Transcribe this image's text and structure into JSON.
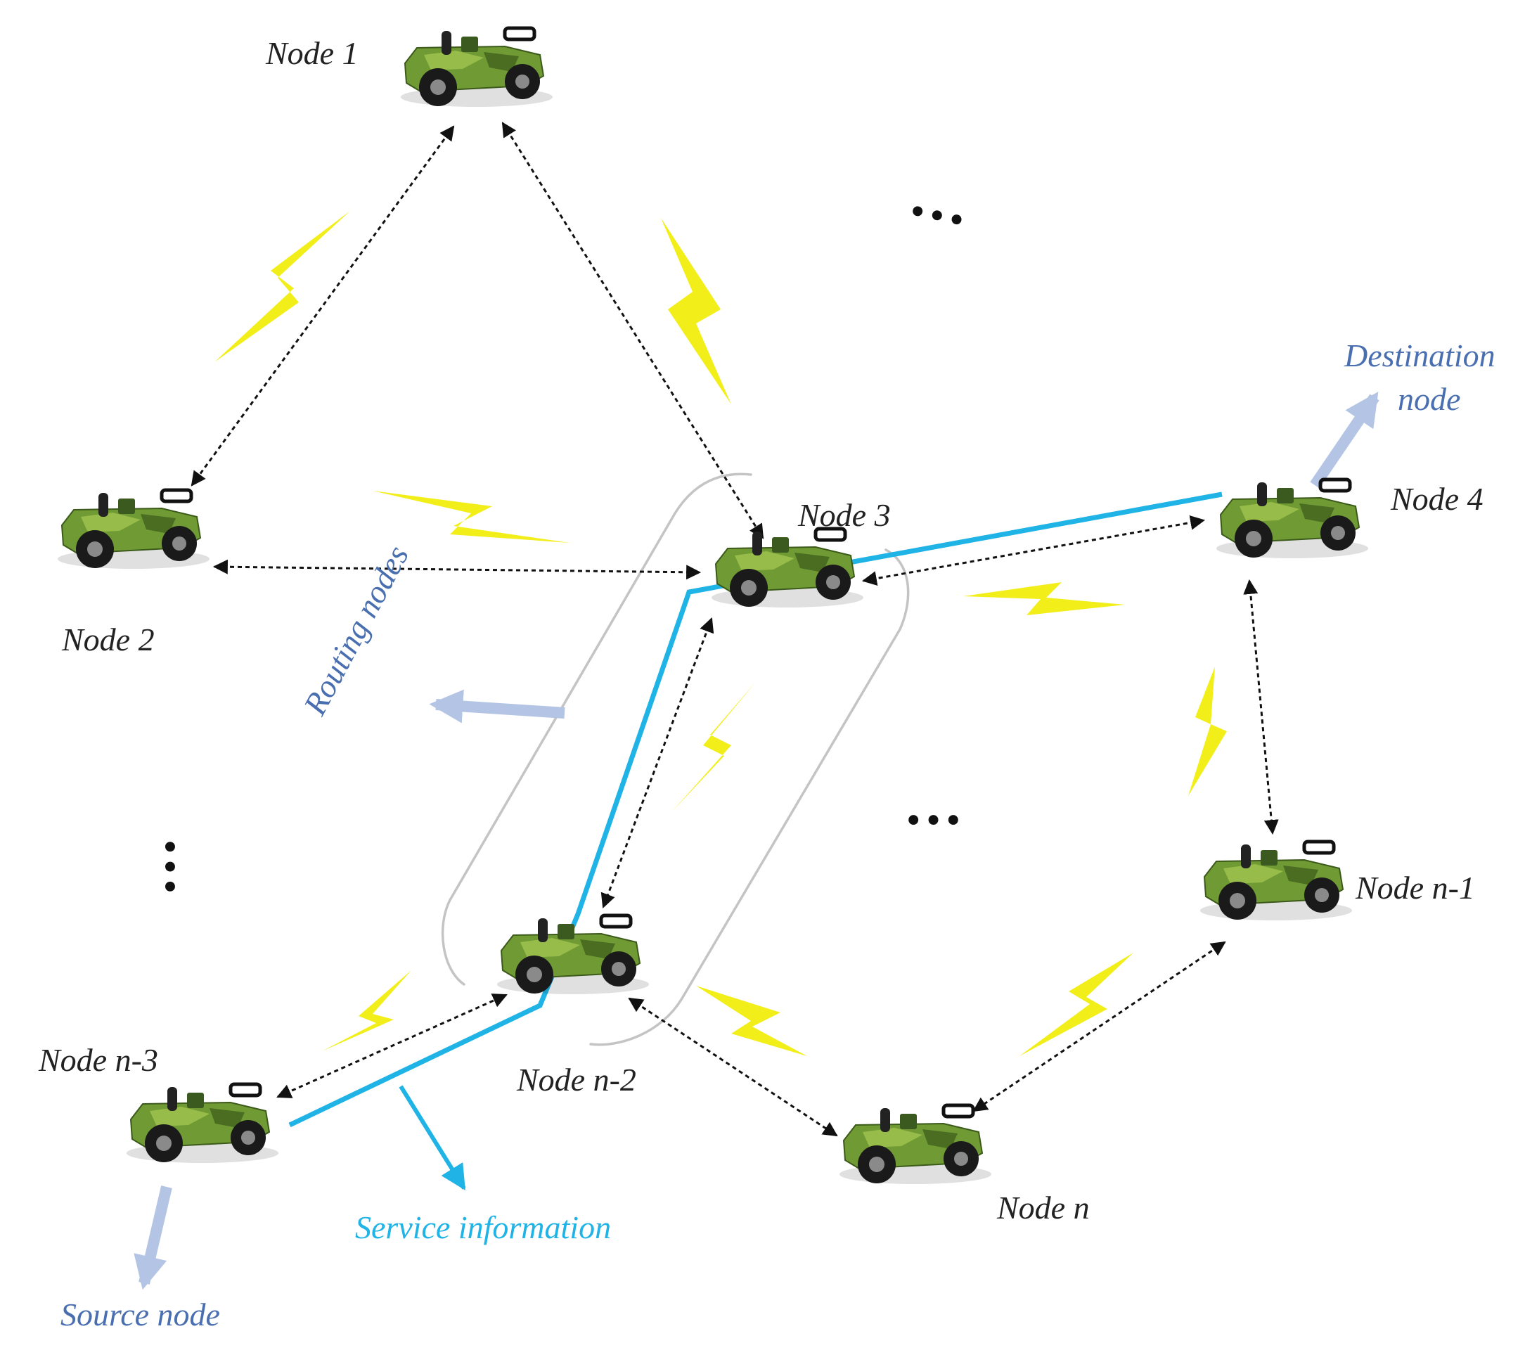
{
  "nodes": {
    "node1": "Node 1",
    "node2": "Node 2",
    "node3": "Node 3",
    "node4": "Node 4",
    "node_n3": "Node n-3",
    "node_n2": "Node n-2",
    "node_n1": "Node n-1",
    "node_n": "Node n"
  },
  "annotations": {
    "destination_line1": "Destination",
    "destination_line2": "node",
    "routing_nodes": "Routing nodes",
    "service_information": "Service information",
    "source_node": "Source node",
    "ellipsis": "•••"
  },
  "colors": {
    "service_path": "#1fb3e6",
    "label_blue": "#4a6fb0",
    "annotation_arrow": "#b4c4e4",
    "lightning": "#f2ee1a",
    "routing_group_outline": "#c4c4c4",
    "vehicle_body": "#6f9a34"
  }
}
